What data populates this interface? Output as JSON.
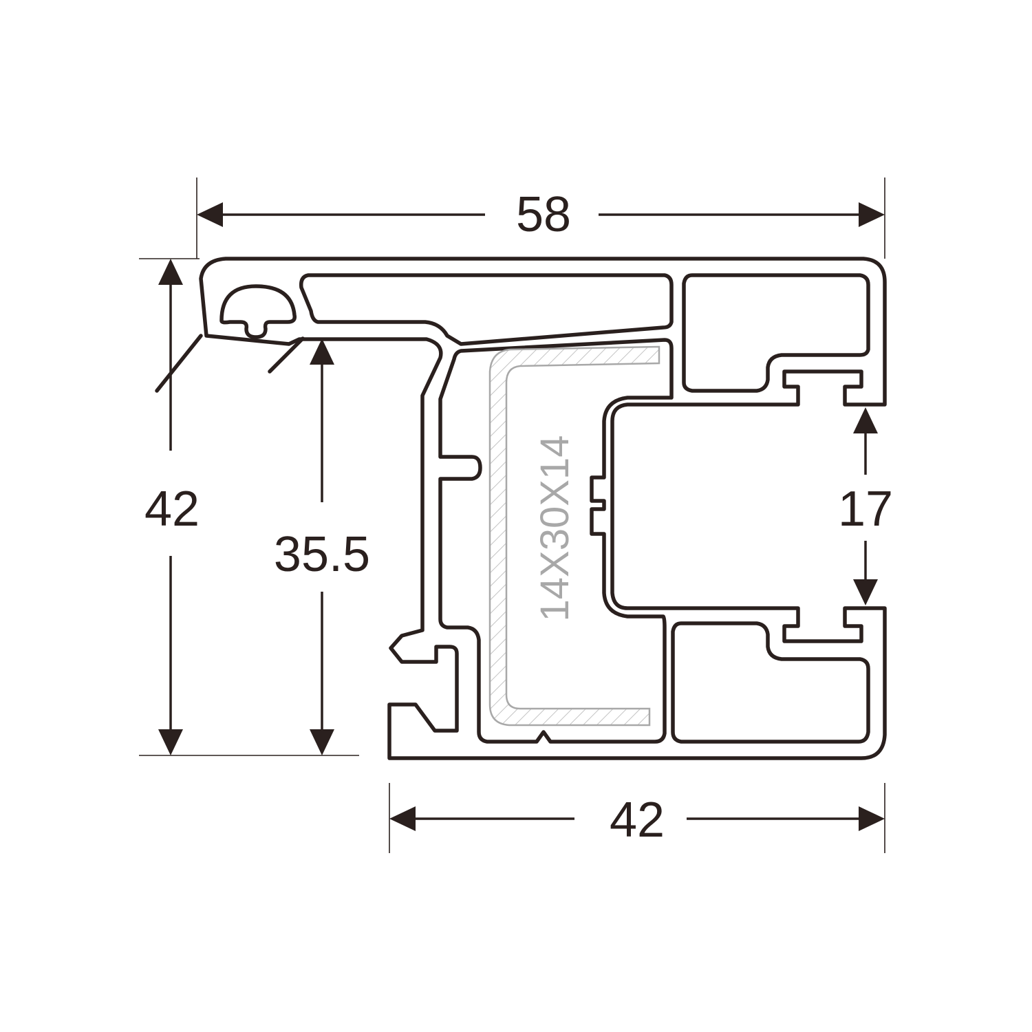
{
  "dimensions": {
    "top_width": "58",
    "bottom_width": "42",
    "left_height": "42",
    "inner_height": "35.5",
    "right_gap": "17"
  },
  "insert_label": "14X30X14",
  "colors": {
    "line": "#2a201e",
    "insert": "#a8a8a8",
    "background": "#ffffff"
  }
}
